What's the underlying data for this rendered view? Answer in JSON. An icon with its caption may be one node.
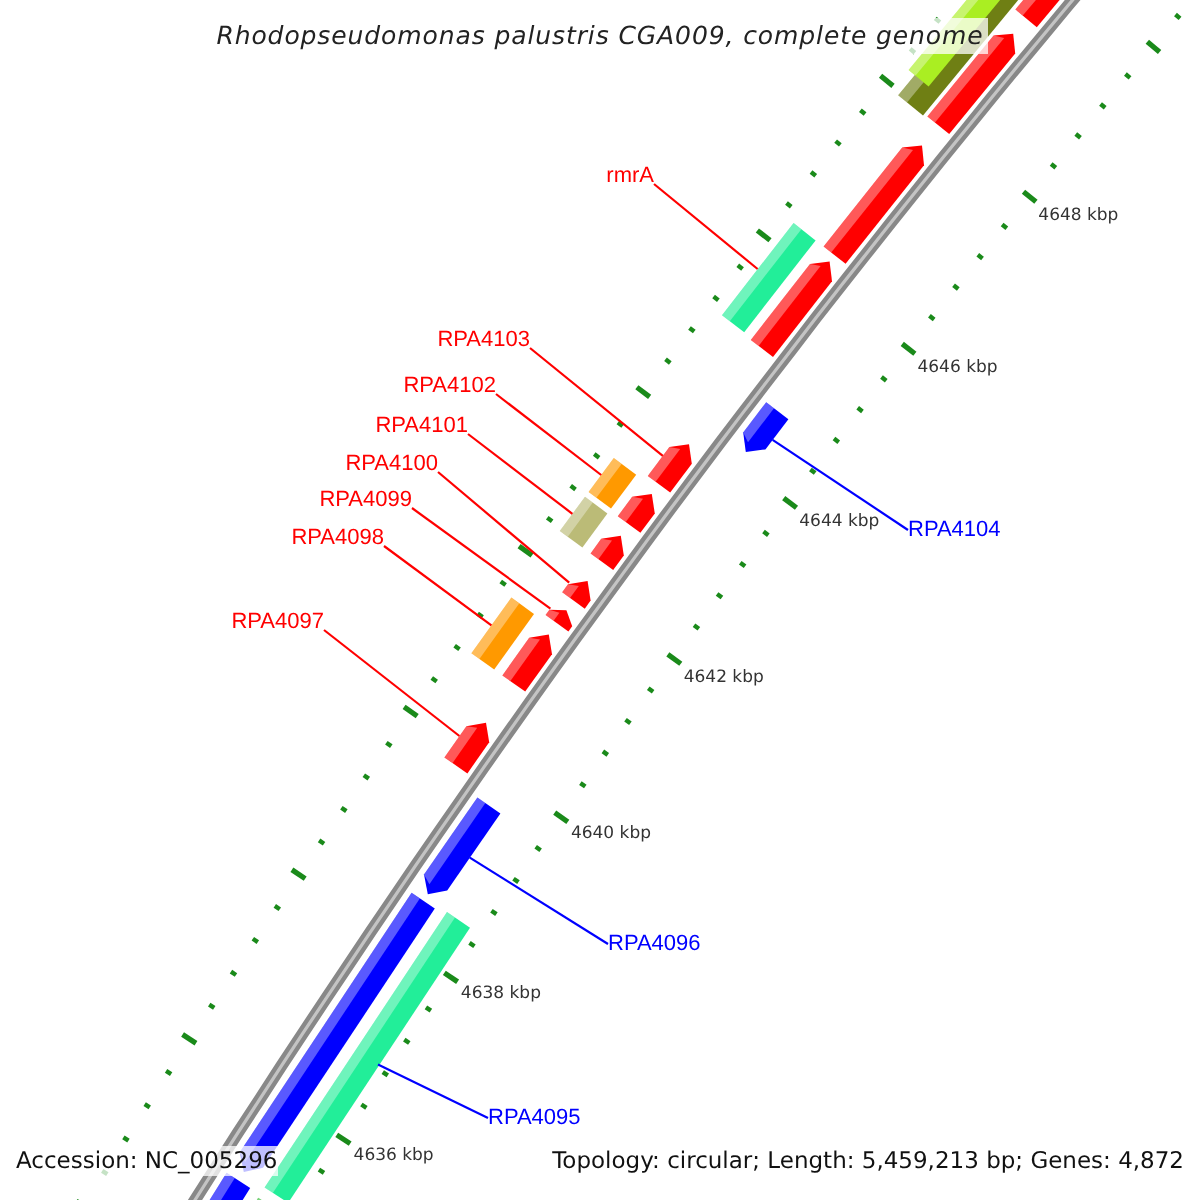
{
  "diagram": {
    "title": "Rhodopseudomonas palustris CGA009, complete genome",
    "nodes": [
      {
        "text": [
          "rmrA"
        ]
      },
      {
        "text": [
          "RPA4103"
        ]
      },
      {
        "text": [
          "RPA4102"
        ]
      },
      {
        "text": [
          "RPA4101"
        ]
      },
      {
        "text": [
          "RPA4100"
        ]
      },
      {
        "text": [
          "RPA4099"
        ]
      },
      {
        "text": [
          "RPA4104"
        ]
      },
      {
        "text": [
          "RPA4098"
        ]
      },
      {
        "text": [
          "RPA4097"
        ]
      },
      {
        "text": [
          "RPA4096"
        ]
      },
      {
        "text": [
          "RPA4095"
        ]
      },
      {
        "text": [],
        "shape": "box"
      },
      {
        "text": [],
        "shape": "pentagon"
      },
      {
        "text": [],
        "shape": "box"
      },
      {
        "text": [],
        "shape": "box"
      },
      {
        "text": [],
        "shape": "pentagon"
      },
      {
        "text": [],
        "shape": "pentagon"
      },
      {
        "text": [],
        "shape": "pentagon"
      },
      {
        "text": [],
        "shape": "box"
      },
      {
        "text": [],
        "shape": "pentagon"
      },
      {
        "text": [],
        "shape": "pentagon"
      },
      {
        "text": [],
        "shape": "box"
      }
    ],
    "edges": [
      {
        "from": 0,
        "to": 11,
        "arrow": "none"
      },
      {
        "from": 1,
        "to": 12,
        "arrow": "none"
      },
      {
        "from": 2,
        "to": 13,
        "arrow": "none"
      },
      {
        "from": 3,
        "to": 14,
        "arrow": "none"
      },
      {
        "from": 4,
        "to": 15,
        "arrow": "none"
      },
      {
        "from": 5,
        "to": 16,
        "arrow": "none"
      },
      {
        "from": 6,
        "to": 17,
        "arrow": "none",
        "color": "#0000ff"
      },
      {
        "from": 7,
        "to": 18,
        "arrow": "none"
      },
      {
        "from": 8,
        "to": 19,
        "arrow": "none"
      },
      {
        "from": 9,
        "to": 20,
        "arrow": "none",
        "color": "#0000ff"
      },
      {
        "from": 10,
        "to": 21,
        "arrow": "none",
        "color": "#0000ff"
      }
    ],
    "labels": [
      "4648 kbp",
      "4646 kbp",
      "4644 kbp",
      "4642 kbp",
      "4640 kbp",
      "4638 kbp",
      "Accession: NC_005296",
      "4636 kbp",
      "Topology: circular; Length: 5,459,213 bp; Genes: 4,872"
    ]
  }
}
